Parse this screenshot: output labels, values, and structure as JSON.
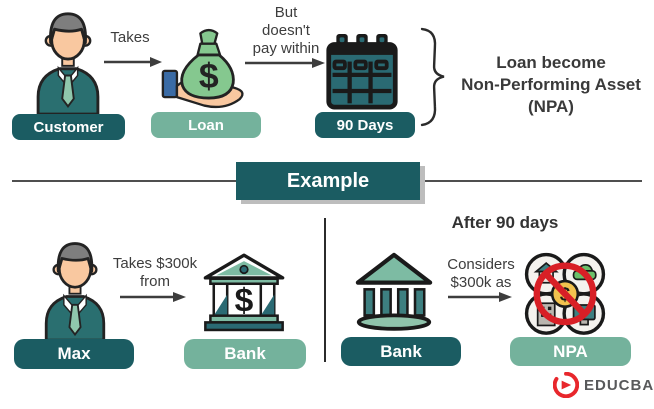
{
  "top_flow": {
    "customer_label": "Customer",
    "takes_caption": "Takes",
    "loan_label": "Loan",
    "no_pay_lines": [
      "But",
      "doesn't",
      "pay within"
    ],
    "days_label": "90 Days",
    "result_lines": [
      "Loan become",
      "Non-Performing Asset",
      "(NPA)"
    ]
  },
  "example_section": {
    "title": "Example"
  },
  "bottom_left": {
    "person_label": "Max",
    "caption_lines": [
      "Takes $300k",
      "from"
    ],
    "bank_label": "Bank"
  },
  "bottom_right": {
    "header": "After 90 days",
    "bank_label": "Bank",
    "caption_lines": [
      "Considers",
      "$300k as"
    ],
    "npa_label": "NPA"
  },
  "branding": {
    "logo_text": "EDUCBA"
  },
  "icon_glyphs": {
    "dollar": "$"
  },
  "colors": {
    "dark_teal": "#1b5c62",
    "light_green": "#74b29c",
    "icon_teal": "#2a6f70",
    "bag_green": "#85c88f",
    "text_dark": "#3d3d3d",
    "prohibition_red": "#d81f26",
    "coin_gold": "#f2c24e",
    "logo_red": "#e8272c"
  }
}
